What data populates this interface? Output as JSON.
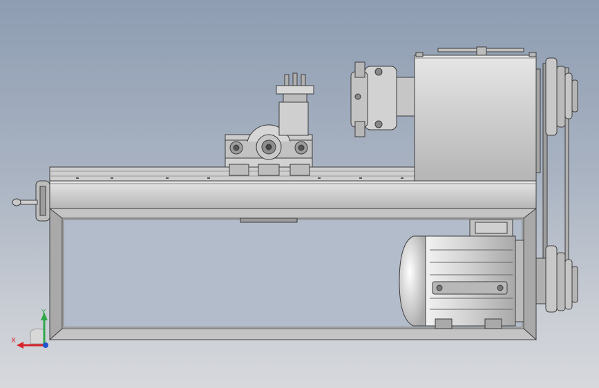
{
  "viewport": {
    "name": "cad-3d-viewport",
    "background_top": "#8e9db2",
    "background_bottom": "#d6d8dc"
  },
  "model": {
    "parts": [
      "lathe-bed",
      "bed-guide-rails",
      "base-frame",
      "headstock",
      "three-jaw-chuck",
      "tool-post",
      "cross-slide",
      "carriage",
      "handwheel",
      "electric-motor",
      "drive-belt",
      "upper-stepped-pulley",
      "lower-stepped-pulley",
      "spindle-lever"
    ],
    "colors": {
      "metal_light": "#d8d8d8",
      "metal_mid": "#b9b9b9",
      "metal_dark": "#8c8c8c",
      "outline": "#3c3c3c"
    }
  },
  "triad": {
    "x_label": "X",
    "y_label": "Y",
    "x_color": "#d8232a",
    "y_color": "#2ea84a",
    "z_color": "#2255cc"
  }
}
